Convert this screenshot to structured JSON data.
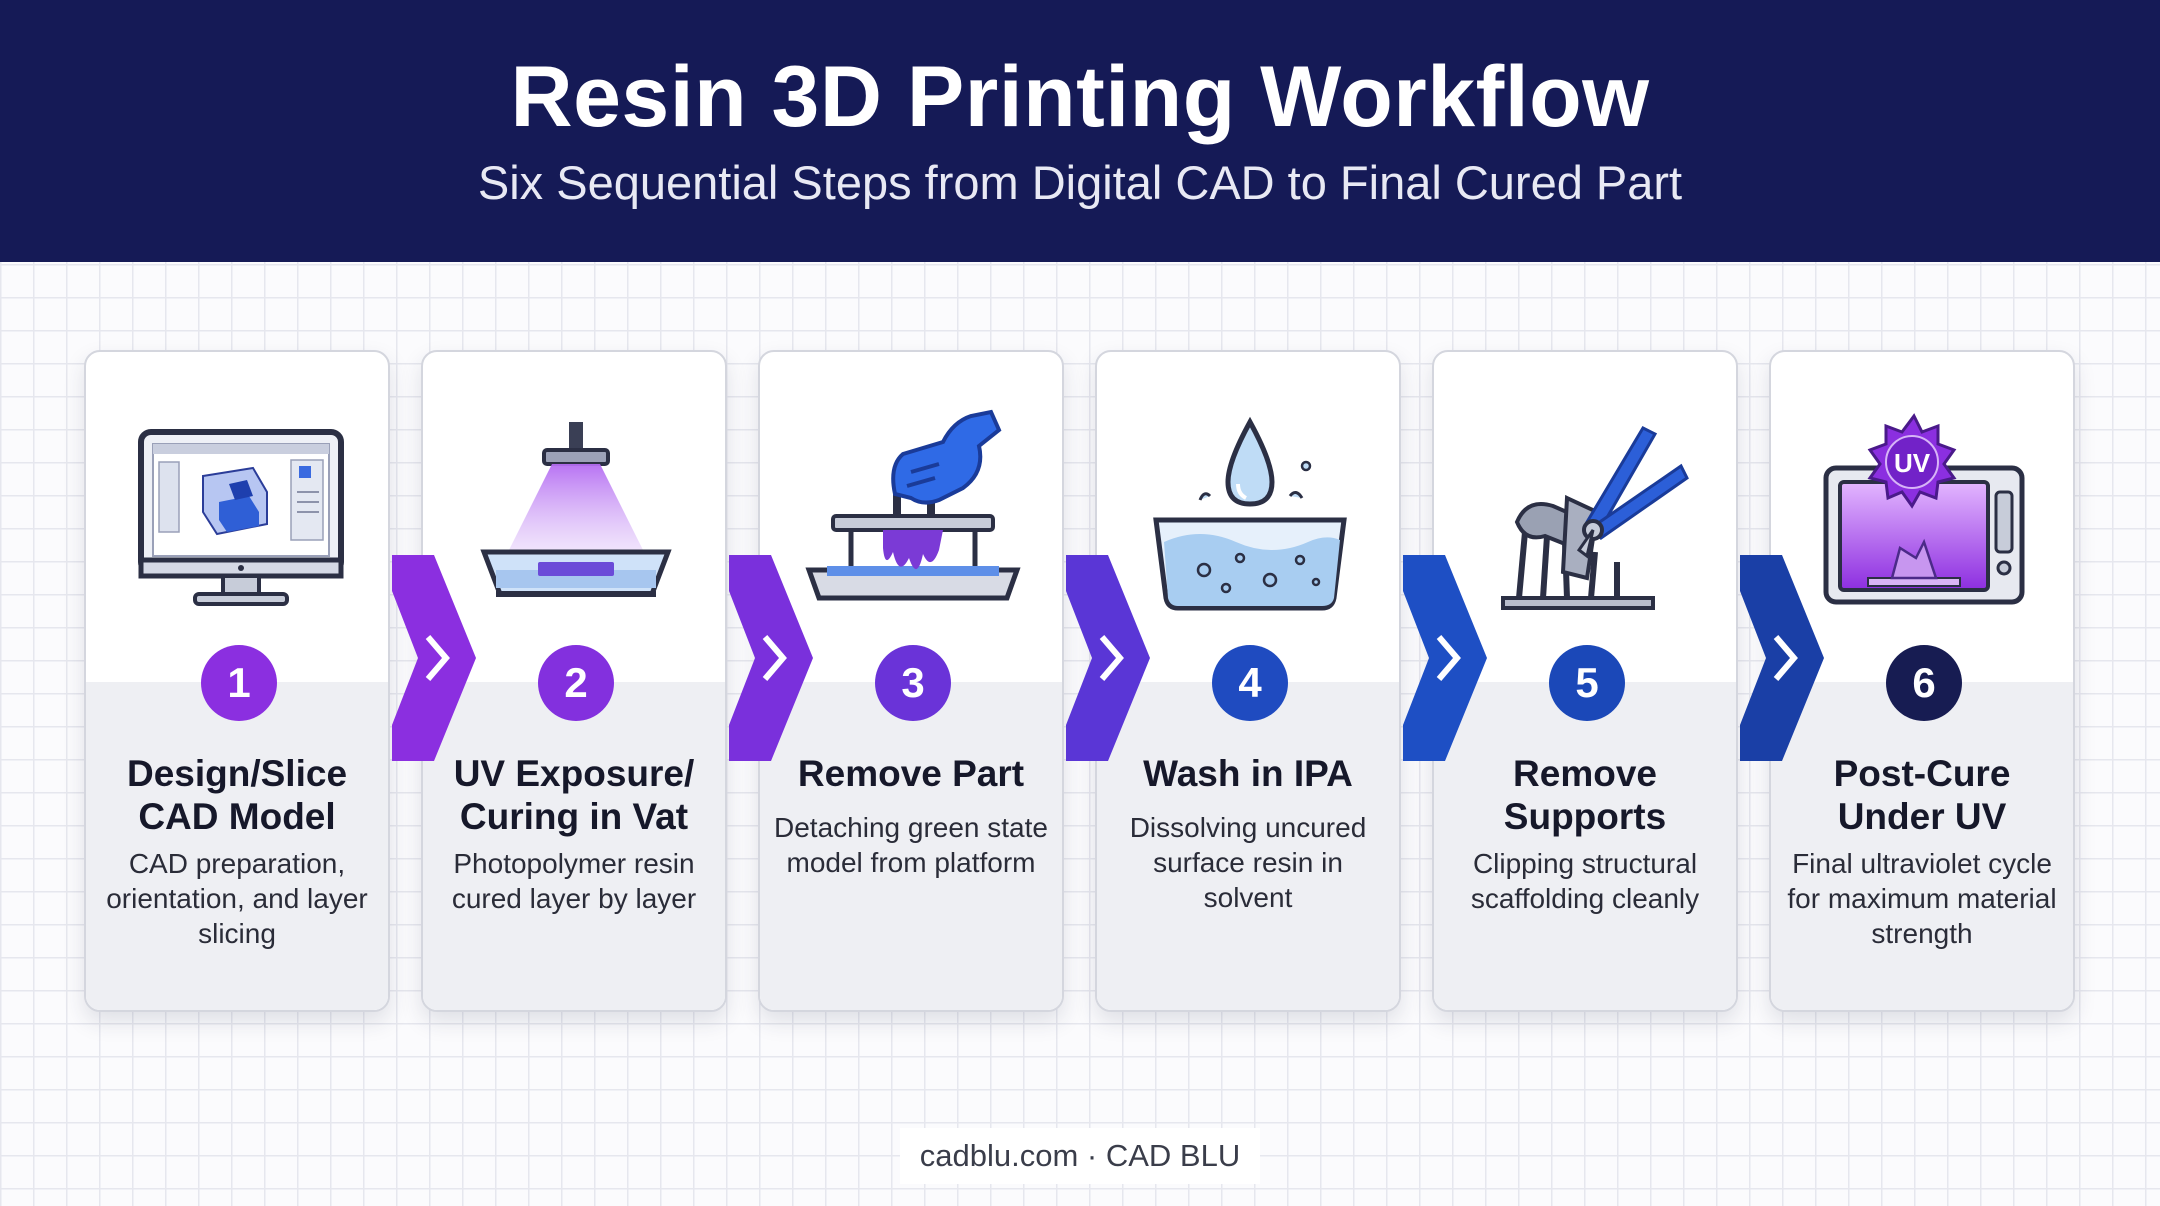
{
  "header": {
    "title": "Resin 3D Printing Workflow",
    "subtitle": "Six Sequential Steps from Digital CAD to Final Cured Part"
  },
  "steps": [
    {
      "number": "1",
      "title_line1": "Design/Slice",
      "title_line2": "CAD Model",
      "description": "CAD preparation, orientation, and layer slicing",
      "badge_color": "#8b2fe0",
      "icon": "monitor-cad-icon"
    },
    {
      "number": "2",
      "title_line1": "UV Exposure/",
      "title_line2": "Curing in Vat",
      "description": "Photopolymer resin cured layer by layer",
      "badge_color": "#8330de",
      "icon": "uv-vat-icon"
    },
    {
      "number": "3",
      "title_line1": "Remove Part",
      "title_line2": "",
      "description": "Detaching green state model from platform",
      "badge_color": "#6a33d8",
      "icon": "gloved-hand-platform-icon"
    },
    {
      "number": "4",
      "title_line1": "Wash in IPA",
      "title_line2": "",
      "description": "Dissolving uncured surface resin in solvent",
      "badge_color": "#1f4bc0",
      "icon": "water-drop-basin-icon"
    },
    {
      "number": "5",
      "title_line1": "Remove",
      "title_line2": "Supports",
      "description": "Clipping structural scaffolding cleanly",
      "badge_color": "#1b48b8",
      "icon": "pliers-supports-icon"
    },
    {
      "number": "6",
      "title_line1": "Post-Cure",
      "title_line2": "Under UV",
      "description": "Final ultraviolet cycle for maximum material strength",
      "badge_color": "#171c52",
      "icon": "uv-oven-icon"
    }
  ],
  "icon_labels": {
    "uv_badge": "UV"
  },
  "colors": {
    "header_bg": "#151a56",
    "purple": "#8b2fe0",
    "blue": "#1f4bc0",
    "navy": "#151a56"
  },
  "footer": {
    "text": "cadblu.com · CAD BLU"
  }
}
